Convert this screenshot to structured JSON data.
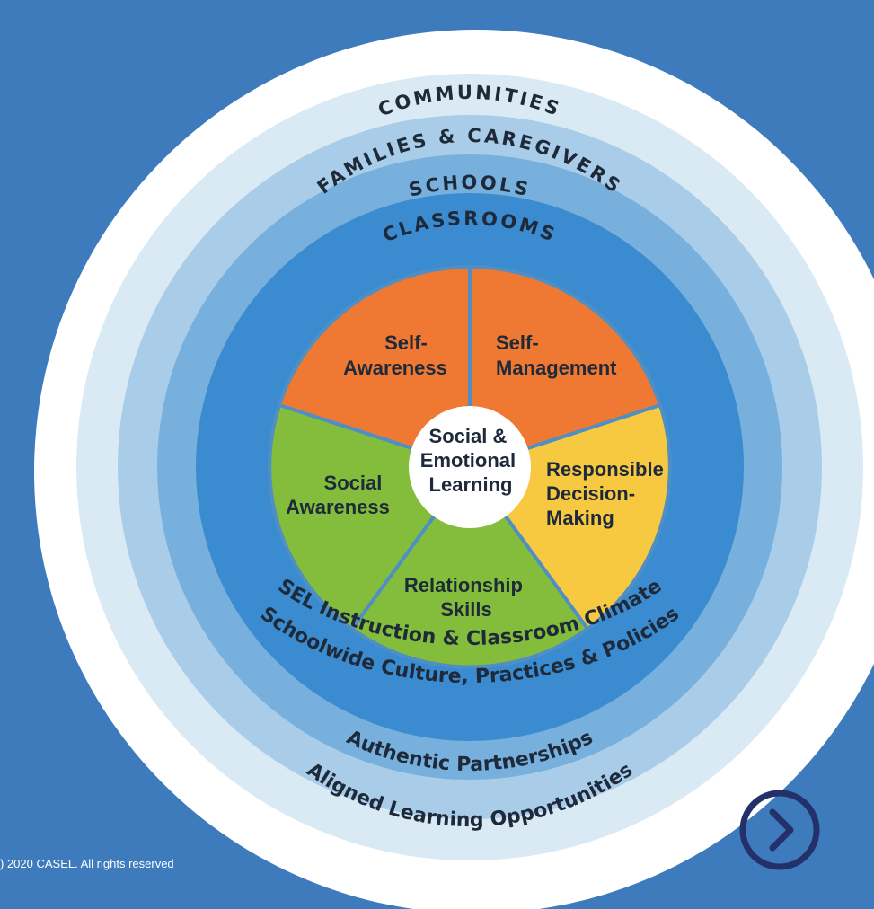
{
  "diagram": {
    "rings_outer_labels": {
      "communities": "COMMUNITIES",
      "families": "FAMILIES & CAREGIVERS",
      "schools": "SCHOOLS",
      "classrooms": "CLASSROOMS"
    },
    "rings_inner_labels": {
      "sel_instruction": "SEL Instruction & Classroom Climate",
      "schoolwide": "Schoolwide Culture, Practices & Policies",
      "partnerships": "Authentic Partnerships",
      "aligned": "Aligned Learning Opportunities"
    },
    "segments": {
      "self_awareness": [
        "Self-",
        "Awareness"
      ],
      "self_management": [
        "Self-",
        "Management"
      ],
      "responsible": [
        "Responsible",
        "Decision-",
        "Making"
      ],
      "relationship": [
        "Relationship",
        "Skills"
      ],
      "social_awareness": [
        "Social",
        "Awareness"
      ]
    },
    "center": [
      "Social &",
      "Emotional",
      "Learning"
    ],
    "colors": {
      "background": "#3d7bbd",
      "ring_outer": "#ffffff",
      "ring_communities": "#d9eaf5",
      "ring_families": "#a9cde9",
      "ring_schools": "#77b0dd",
      "ring_classrooms": "#3a8bd0",
      "orange": "#ef7932",
      "yellow": "#f7c940",
      "green": "#84bd3c",
      "divider": "#4f8fc4",
      "arrow": "#23306a"
    }
  },
  "footer": {
    "copyright": ") 2020 CASEL. All rights reserved"
  },
  "nav": {
    "next_icon": "chevron-right-circle-icon"
  }
}
